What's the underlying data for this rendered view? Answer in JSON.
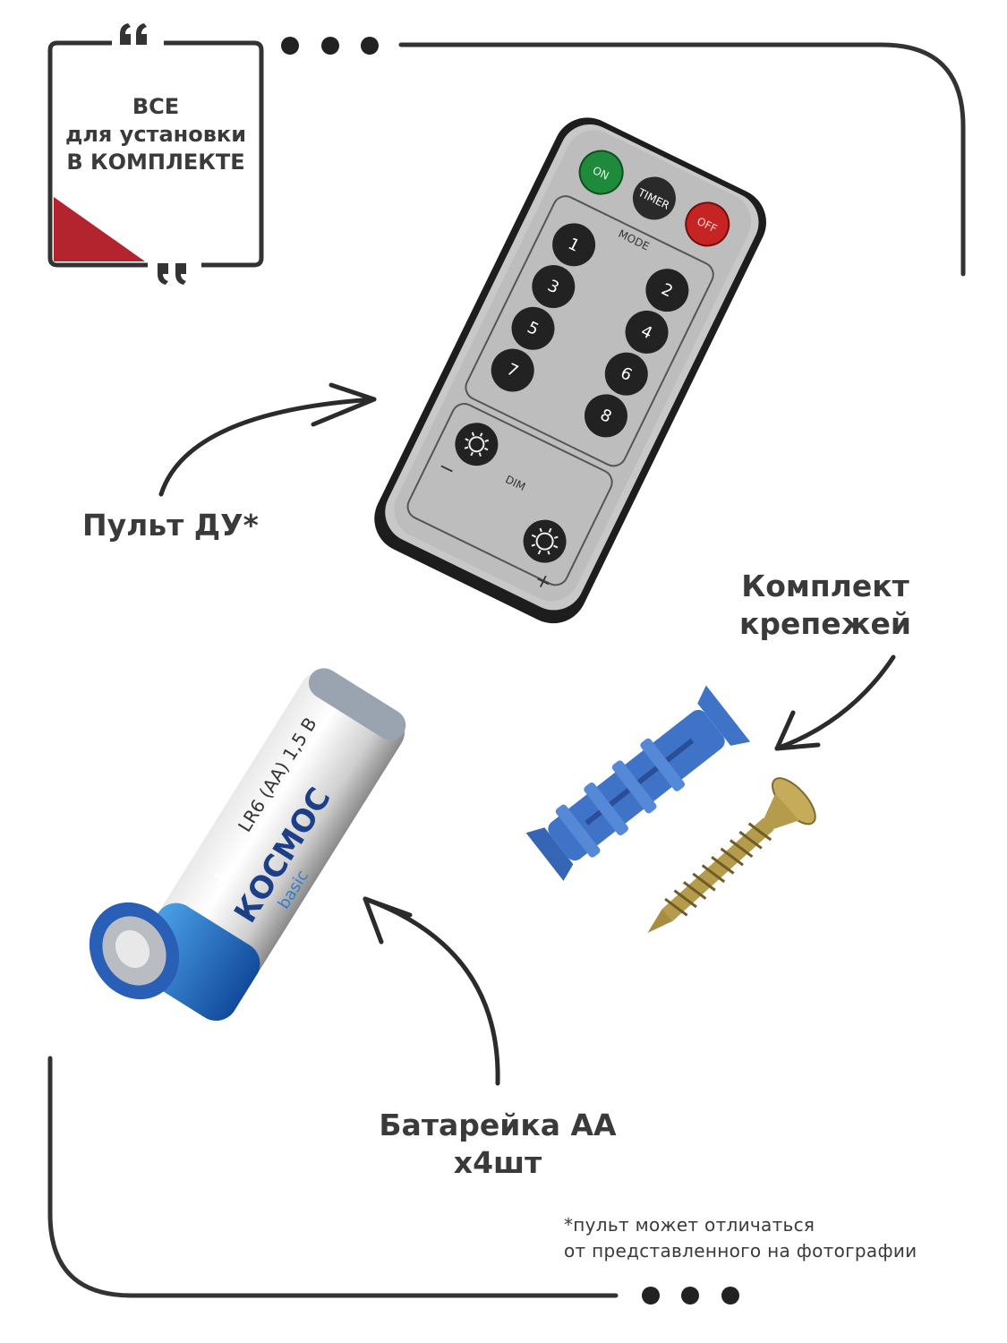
{
  "badge": {
    "line1": "ВСЕ",
    "line2": "для установки",
    "line3": "В КОМПЛЕКТЕ"
  },
  "labels": {
    "remote": "Пульт ДУ*",
    "fasteners_line1": "Комплект",
    "fasteners_line2": "крепежей",
    "battery_line1": "Батарейка АА",
    "battery_line2": "х4шт"
  },
  "footnote": {
    "line1": "*пульт может отличаться",
    "line2": "от представленного на фотографии"
  },
  "remote_buttons": {
    "on": "ON",
    "timer": "TIMER",
    "off": "OFF",
    "mode": "MODE",
    "dim": "DIM",
    "minus": "−",
    "plus": "+",
    "numbers": [
      "1",
      "2",
      "3",
      "4",
      "5",
      "6",
      "7",
      "8"
    ]
  },
  "battery_print": {
    "brand": "КОСМОС",
    "sub": "basic",
    "spec": "LR6 (AA) 1,5 В",
    "plus_sign": "+"
  },
  "colors": {
    "frame": "#333333",
    "accent": "#b3242f",
    "text": "#3a3a3a",
    "on_button": "#1f8a3c",
    "off_button": "#c62323",
    "dowel": "#3f73c8",
    "screw": "#b59b4c"
  },
  "icons": {
    "quote_open": "quote-open-icon",
    "quote_close": "quote-close-icon",
    "arrow": "curved-arrow-icon",
    "dots": "dots-icon"
  }
}
